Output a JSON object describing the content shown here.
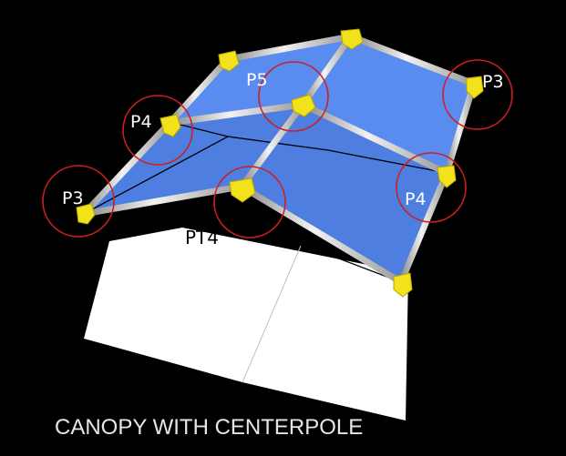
{
  "diagram": {
    "caption": "CANOPY WITH CENTERPOLE",
    "labels": {
      "p3_left": "P3",
      "p4_left": "P4",
      "p5": "P5",
      "p3_right": "P3",
      "p4_right": "P4",
      "pt4": "PT4"
    },
    "colors": {
      "background": "#000000",
      "canopy": "#5a8cf0",
      "floor": "#ffffff",
      "pole": "#d4d4d4",
      "fitting": "#f2e21c",
      "circle": "#cc1f1f",
      "label": "#ffffff"
    }
  }
}
